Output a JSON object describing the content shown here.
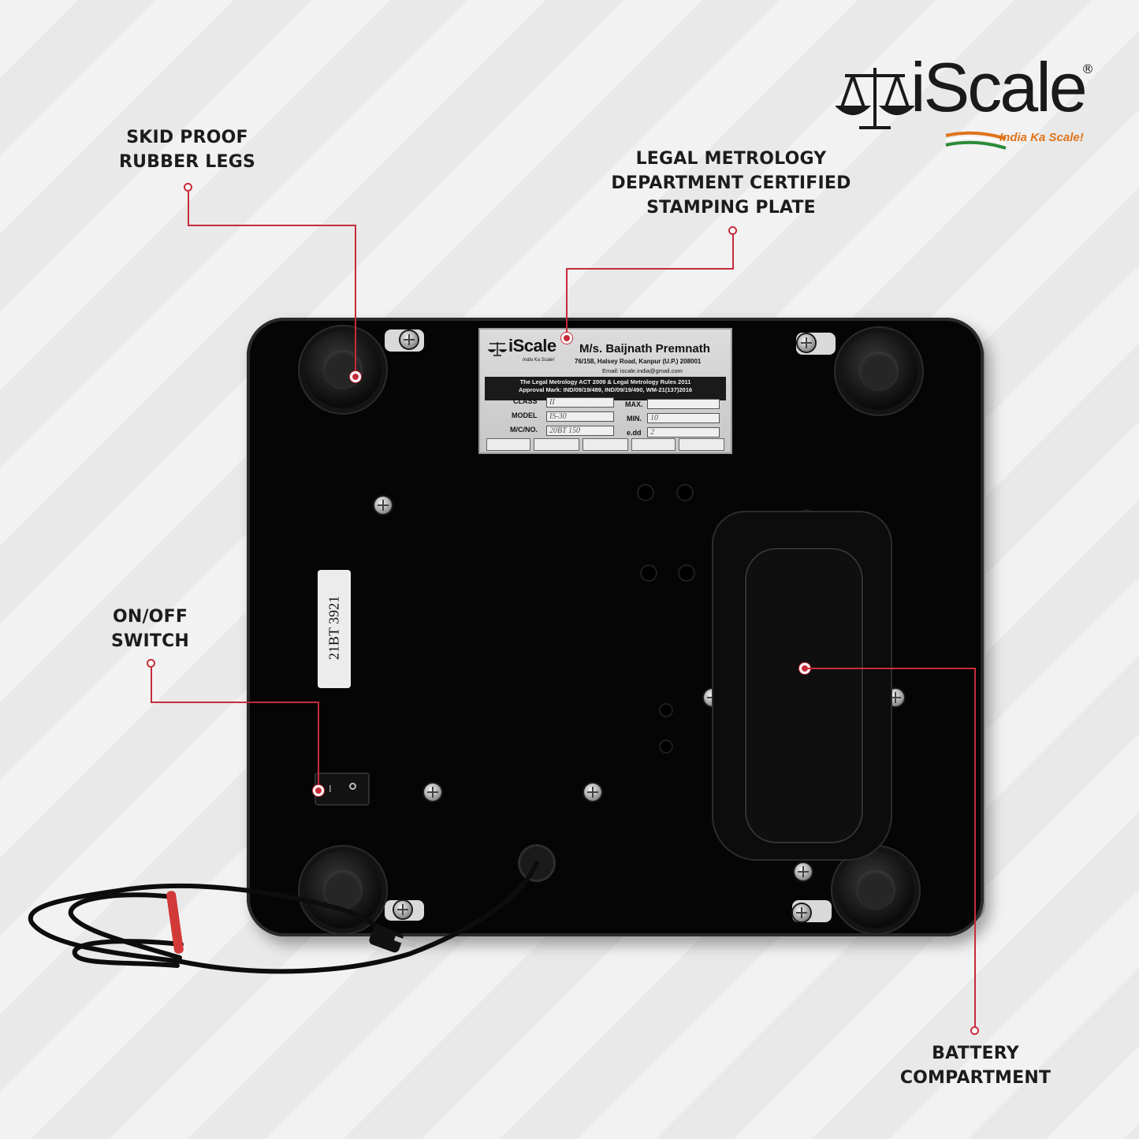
{
  "brand": {
    "logo_text": "iScale",
    "registered_mark": "®",
    "tagline": "India Ka Scale!"
  },
  "callouts": {
    "legs": [
      "SKID PROOF",
      "RUBBER LEGS"
    ],
    "plate": [
      "LEGAL METROLOGY",
      "DEPARTMENT CERTIFIED",
      "STAMPING PLATE"
    ],
    "switch": [
      "ON/OFF",
      "SWITCH"
    ],
    "battery": [
      "BATTERY",
      "COMPARTMENT"
    ]
  },
  "plate": {
    "logo": "iScale",
    "logo_reg": "®",
    "logo_sub": "India Ka Scale!",
    "firm": "M/s. Baijnath Premnath",
    "address": "76/158, Halsey Road, Kanpur (U.P.) 208001",
    "email": "Email: iscale.india@gmail.com",
    "act_line": "The Legal Metrology ACT 2009 & Legal Metrology Rules 2011",
    "approval_line": "Approval Mark: IND/09/19/489, IND/09/19/490, WM-21(137)2016",
    "labels": {
      "class": "CLASS",
      "model": "MODEL",
      "mc_no": "M/C/NO.",
      "max": "MAX.",
      "min": "MIN.",
      "edd": "e.dd"
    },
    "values": {
      "class": "II",
      "model": "IS-30",
      "mc_no": "20BT 150",
      "min": "10",
      "edd": "2"
    }
  },
  "serial_label": "21BT 3921",
  "switch_glyph": "I",
  "colors": {
    "accent_red": "#c62c3a",
    "tagline_orange": "#e0741a",
    "scale_body": "#050505"
  }
}
